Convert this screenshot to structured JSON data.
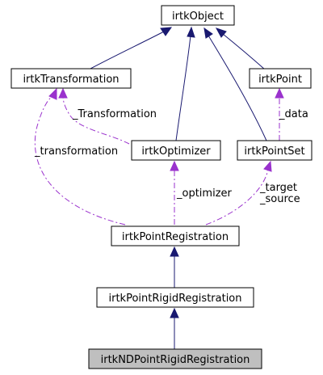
{
  "colors": {
    "inheritance": "#191970",
    "usage": "#9a32cd",
    "node_fill": "#ffffff",
    "highlight_fill": "#bfbfbf"
  },
  "nodes": {
    "object": "irtkObject",
    "transformation": "irtkTransformation",
    "point": "irtkPoint",
    "optimizer": "irtkOptimizer",
    "pointset": "irtkPointSet",
    "point_registration": "irtkPointRegistration",
    "point_rigid_registration": "irtkPointRigidRegistration",
    "nd_point_rigid_registration": "irtkNDPointRigidRegistration"
  },
  "edge_labels": {
    "transformation_upper": "_Transformation",
    "data": "_data",
    "transformation_lower": "_transformation",
    "optimizer": "_optimizer",
    "target": "_target",
    "source": "_source"
  }
}
